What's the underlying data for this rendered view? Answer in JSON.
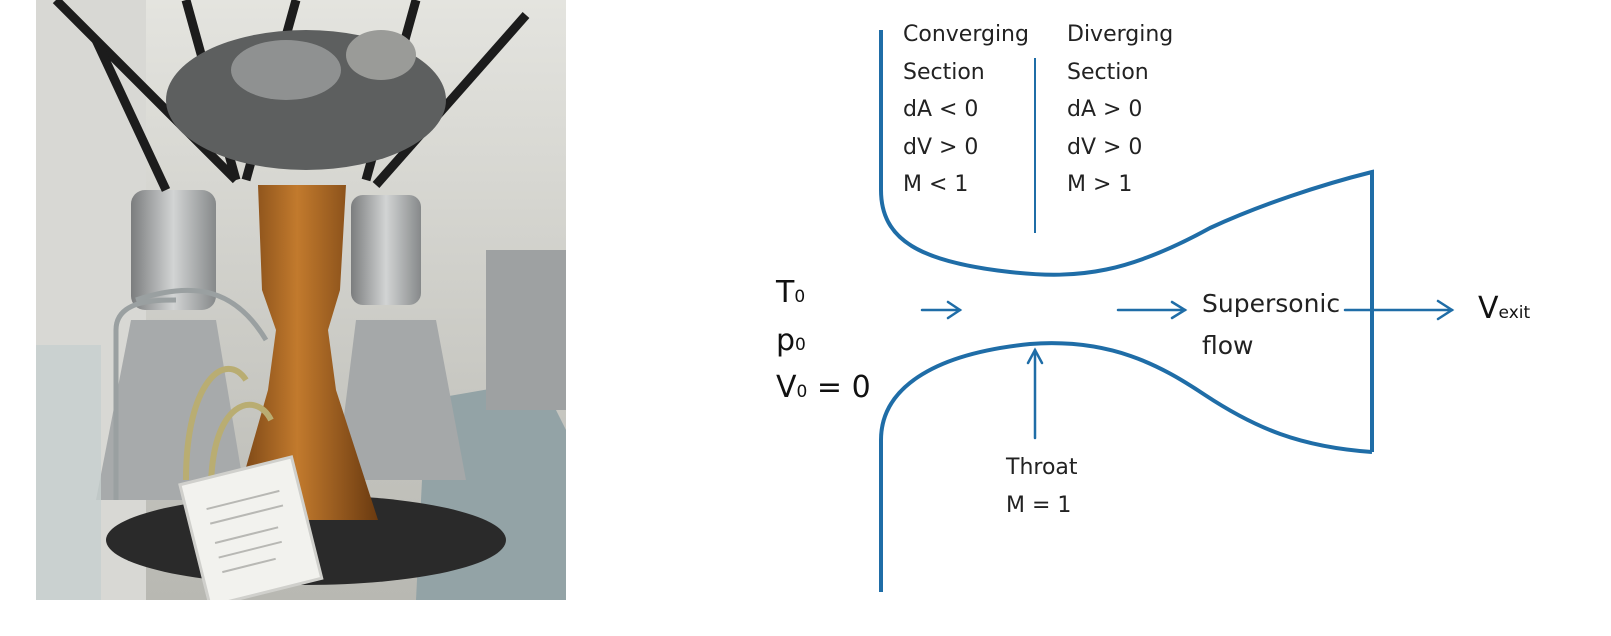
{
  "colors": {
    "nozzle_blue": "#1f6da7",
    "photo_bg": "#c9c9c5",
    "copper": "#a8641f"
  },
  "photo": {
    "subject_icon": "rocket-engine-photo-icon"
  },
  "diagram": {
    "converging": {
      "title1": "Converging",
      "title2": "Section",
      "dA": "dA < 0",
      "dV": "dV > 0",
      "M": "M < 1"
    },
    "diverging": {
      "title1": "Diverging",
      "title2": "Section",
      "dA": "dA > 0",
      "dV": "dV > 0",
      "M": "M > 1"
    },
    "stagnation": {
      "T_symbol": "T",
      "T_sub": "0",
      "p_symbol": "p",
      "p_sub": "0",
      "V_symbol": "V",
      "V_sub": "0",
      "V_value": " = 0"
    },
    "throat": {
      "label": "Throat",
      "mach": "M = 1"
    },
    "supersonic": {
      "line1": "Supersonic",
      "line2": "flow"
    },
    "exit": {
      "symbol": "V",
      "sub": "exit"
    }
  }
}
